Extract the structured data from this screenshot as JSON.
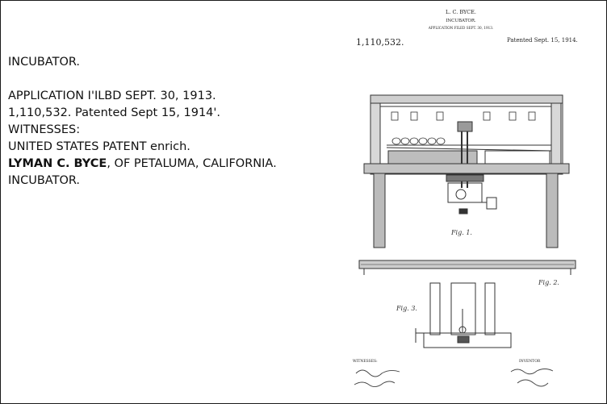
{
  "document": {
    "lines": {
      "title": "INCUBATOR.",
      "application": "APPLICATION I'ILBD SEPT. 30, 1913.",
      "patent_number_line": "1,110,532. Patented Sept 15, 1914'.",
      "witnesses": "WITNESSES:",
      "office": "UNITED STATES PATENT enrich.",
      "inventor_name": "LYMAN C. BYCE",
      "inventor_location": ", OF PETALUMA, CALIFORNIA.",
      "closing": "INCUBATOR."
    }
  },
  "patent_sheet": {
    "header_inventor": "L. C. BYCE.",
    "header_title": "INCUBATOR.",
    "header_application": "APPLICATION FILED SEPT. 30, 1913.",
    "number": "1,110,532.",
    "patented": "Patented Sept. 15, 1914.",
    "fig1_label": "Fig. 1.",
    "fig2_label": "Fig. 2.",
    "fig3_label": "Fig. 3.",
    "witnesses_label": "WITNESSES:",
    "inventor_label": "INVENTOR"
  }
}
